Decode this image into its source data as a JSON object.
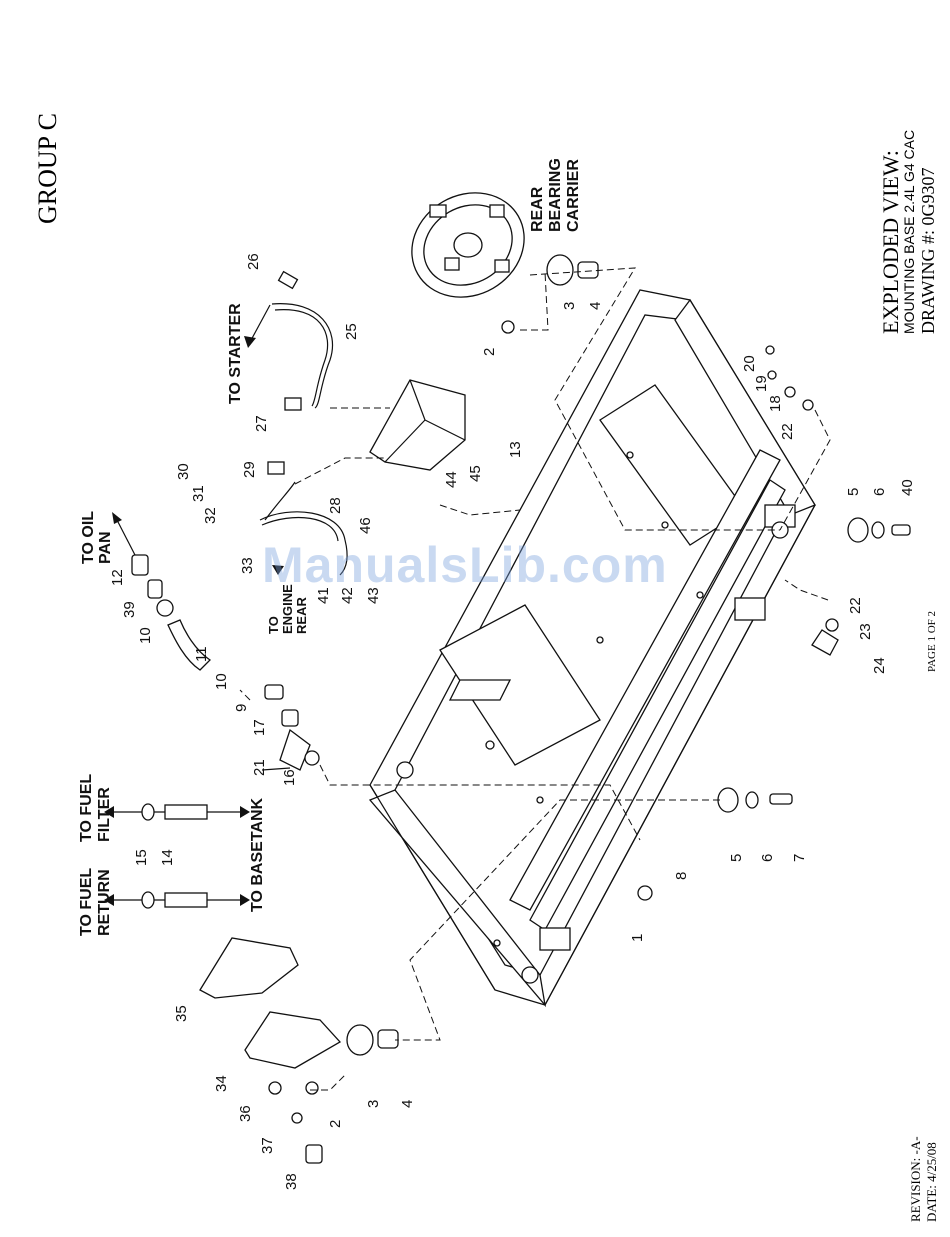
{
  "header": {
    "group": "GROUP C",
    "title": "EXPLODED VIEW:",
    "subtitle": "MOUNTING BASE 2.4L G4 CAC",
    "drawing": "DRAWING #: 0G9307"
  },
  "footer": {
    "page": "PAGE 1 OF 2",
    "revision": "REVISION: -A-",
    "date": "DATE:  4/25/08"
  },
  "watermark": "ManualsLib.com",
  "labels": {
    "rear_bearing_carrier": [
      "REAR",
      "BEARING",
      "CARRIER"
    ],
    "to_starter": "TO STARTER",
    "to_oil_pan": [
      "TO OIL",
      "PAN"
    ],
    "to_engine_rear": [
      "TO",
      "ENGINE",
      "REAR"
    ],
    "to_fuel_filter": [
      "TO FUEL",
      "FILTER"
    ],
    "to_fuel_return": [
      "TO FUEL",
      "RETURN"
    ],
    "to_basetank": "TO BASETANK"
  },
  "callouts": [
    "1",
    "2",
    "3",
    "4",
    "5",
    "6",
    "7",
    "8",
    "9",
    "10",
    "11",
    "12",
    "13",
    "14",
    "15",
    "16",
    "17",
    "18",
    "19",
    "20",
    "21",
    "22",
    "23",
    "24",
    "25",
    "26",
    "27",
    "28",
    "29",
    "30",
    "31",
    "32",
    "33",
    "34",
    "35",
    "36",
    "37",
    "38",
    "39",
    "40",
    "41",
    "42",
    "43",
    "44",
    "45",
    "46"
  ]
}
